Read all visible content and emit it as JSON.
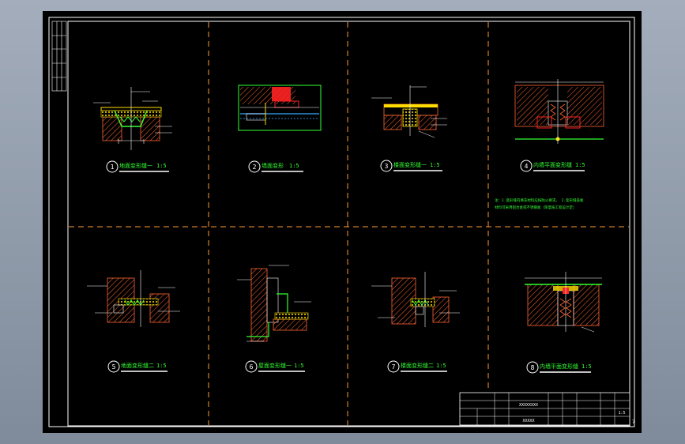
{
  "colors": {
    "background": "#000000",
    "frame": "#ffffff",
    "gridline": "#ff9a33",
    "label": "#33ff33",
    "hatch": "#ff6633",
    "accent_red": "#ff2222",
    "accent_yellow": "#ffdd00",
    "accent_blue": "#33aaff",
    "annotation": "#ffffff"
  },
  "details": [
    {
      "num": "1",
      "title": "地面变形缝一",
      "scale": "1:5"
    },
    {
      "num": "2",
      "title": "墙面变形",
      "scale": "1:5"
    },
    {
      "num": "3",
      "title": "楼面变形缝一",
      "scale": "1:5"
    },
    {
      "num": "4",
      "title": "内墙平面变形缝",
      "scale": "1:5"
    },
    {
      "num": "5",
      "title": "地面变形缝二",
      "scale": "1:5"
    },
    {
      "num": "6",
      "title": "屋面变形缝一",
      "scale": "1:5"
    },
    {
      "num": "7",
      "title": "楼面变形缝二",
      "scale": "1:5"
    },
    {
      "num": "8",
      "title": "内墙平面变形缝",
      "scale": "1:5"
    }
  ],
  "note": {
    "line1": "注：1.变形缝内填充材料应按防火要求。  2.变形缝盖板",
    "line2": "  材料可采用铝合金或不锈钢板（厚度按工程设计定）"
  },
  "title_block": {
    "project": "XXXXXXXX",
    "drawing": "XXXXX",
    "scale": "1:5",
    "sheet": "7"
  }
}
